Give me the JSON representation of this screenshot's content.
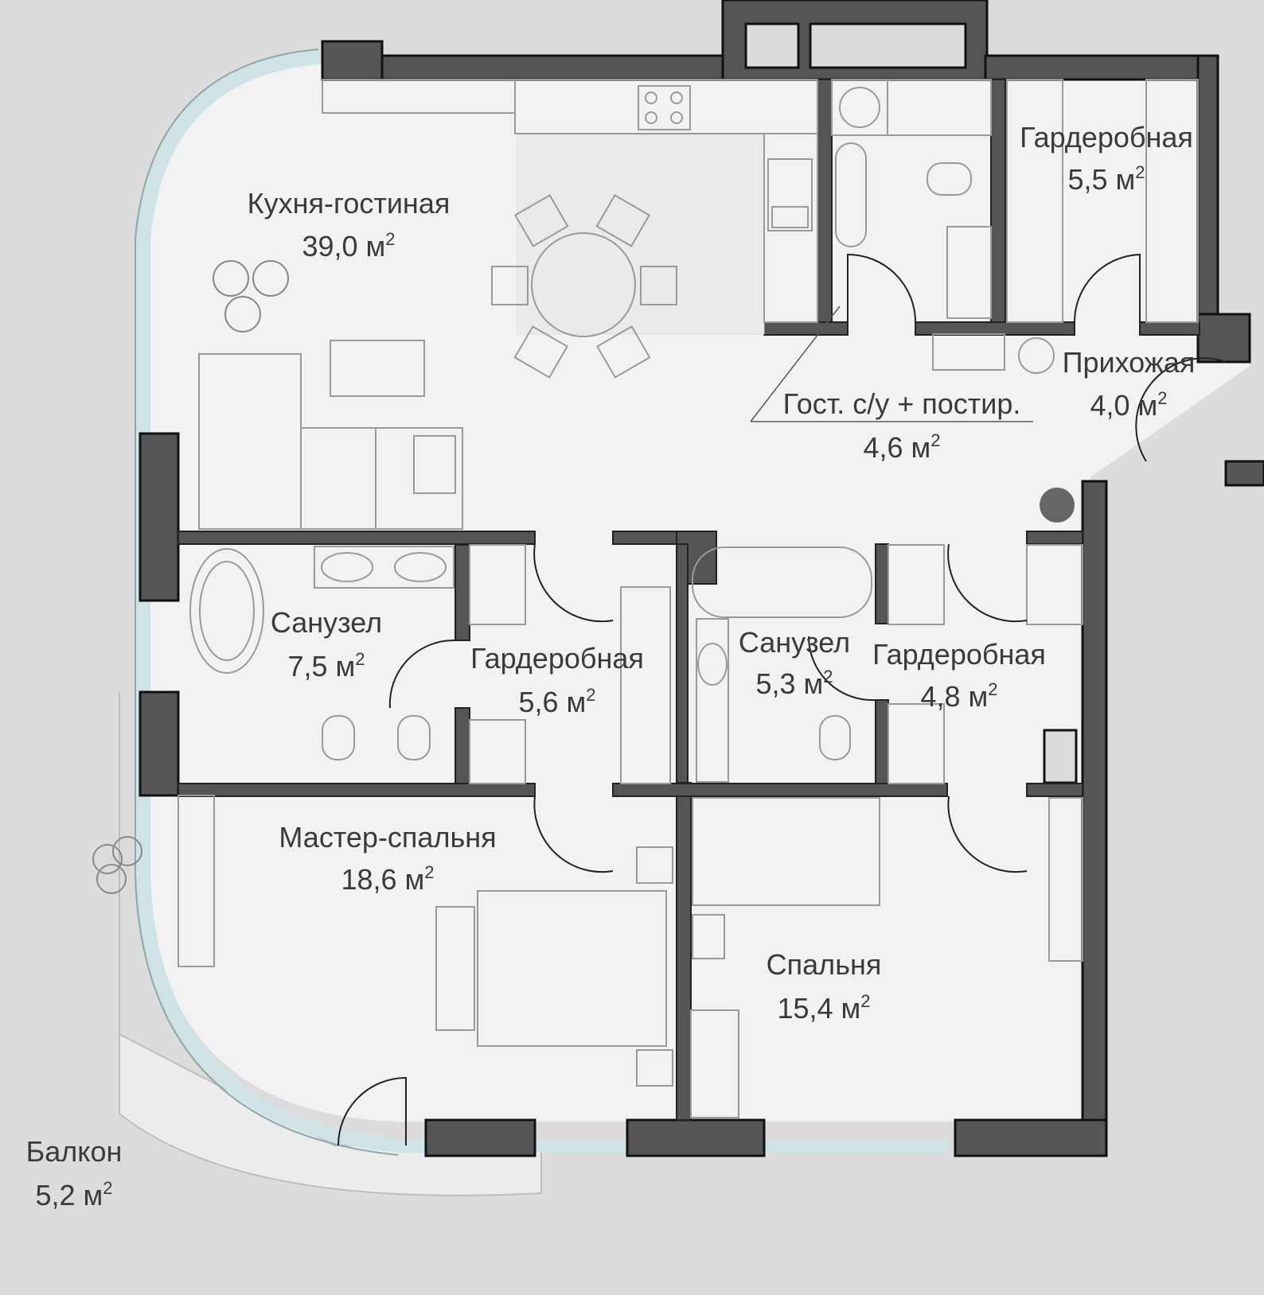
{
  "rooms": [
    {
      "id": "kitchen-living",
      "name": "Кухня-гостиная",
      "area": "39,0 м",
      "sup": "2"
    },
    {
      "id": "wardrobe-1",
      "name": "Гардеробная",
      "area": "5,5 м",
      "sup": "2"
    },
    {
      "id": "hallway",
      "name": "Прихожая",
      "area": "4,0 м",
      "sup": "2"
    },
    {
      "id": "guest-wc",
      "name": "Гост. с/у + постир.",
      "area": "4,6 м",
      "sup": "2"
    },
    {
      "id": "bathroom-1",
      "name": "Санузел",
      "area": "7,5 м",
      "sup": "2"
    },
    {
      "id": "wardrobe-2",
      "name": "Гардеробная",
      "area": "5,6 м",
      "sup": "2"
    },
    {
      "id": "bathroom-2",
      "name": "Санузел",
      "area": "5,3 м",
      "sup": "2"
    },
    {
      "id": "wardrobe-3",
      "name": "Гардеробная",
      "area": "4,8 м",
      "sup": "2"
    },
    {
      "id": "master-bedroom",
      "name": "Мастер-спальня",
      "area": "18,6 м",
      "sup": "2"
    },
    {
      "id": "bedroom",
      "name": "Спальня",
      "area": "15,4 м",
      "sup": "2"
    },
    {
      "id": "balcony",
      "name": "Балкон",
      "area": "5,2 м",
      "sup": "2"
    }
  ],
  "colors": {
    "background": "#dcdcdc",
    "floor": "#f2f2f2",
    "wall": "#555555",
    "wall_stroke": "#111111",
    "glass": "#cfe2e6",
    "furniture": "#9a9a9a",
    "text": "#3a3a3a"
  }
}
